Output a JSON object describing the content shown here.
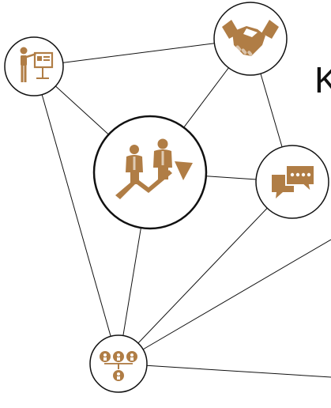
{
  "heading": {
    "text": "K"
  },
  "palette": {
    "icon": "#b07d45",
    "stroke": "#111111",
    "background": "#ffffff"
  },
  "nodes": [
    {
      "id": "presenter",
      "icon": "presenter-icon"
    },
    {
      "id": "handshake",
      "icon": "handshake-icon"
    },
    {
      "id": "team-growth",
      "icon": "team-growth-icon"
    },
    {
      "id": "chat",
      "icon": "chat-icon"
    },
    {
      "id": "org-chart",
      "icon": "org-chart-icon"
    }
  ],
  "edges": [
    {
      "from": "presenter",
      "to": "handshake"
    },
    {
      "from": "presenter",
      "to": "team-growth"
    },
    {
      "from": "presenter",
      "to": "org-chart"
    },
    {
      "from": "handshake",
      "to": "team-growth"
    },
    {
      "from": "handshake",
      "to": "chat"
    },
    {
      "from": "team-growth",
      "to": "chat"
    },
    {
      "from": "team-growth",
      "to": "org-chart"
    },
    {
      "from": "chat",
      "to": "org-chart"
    }
  ]
}
